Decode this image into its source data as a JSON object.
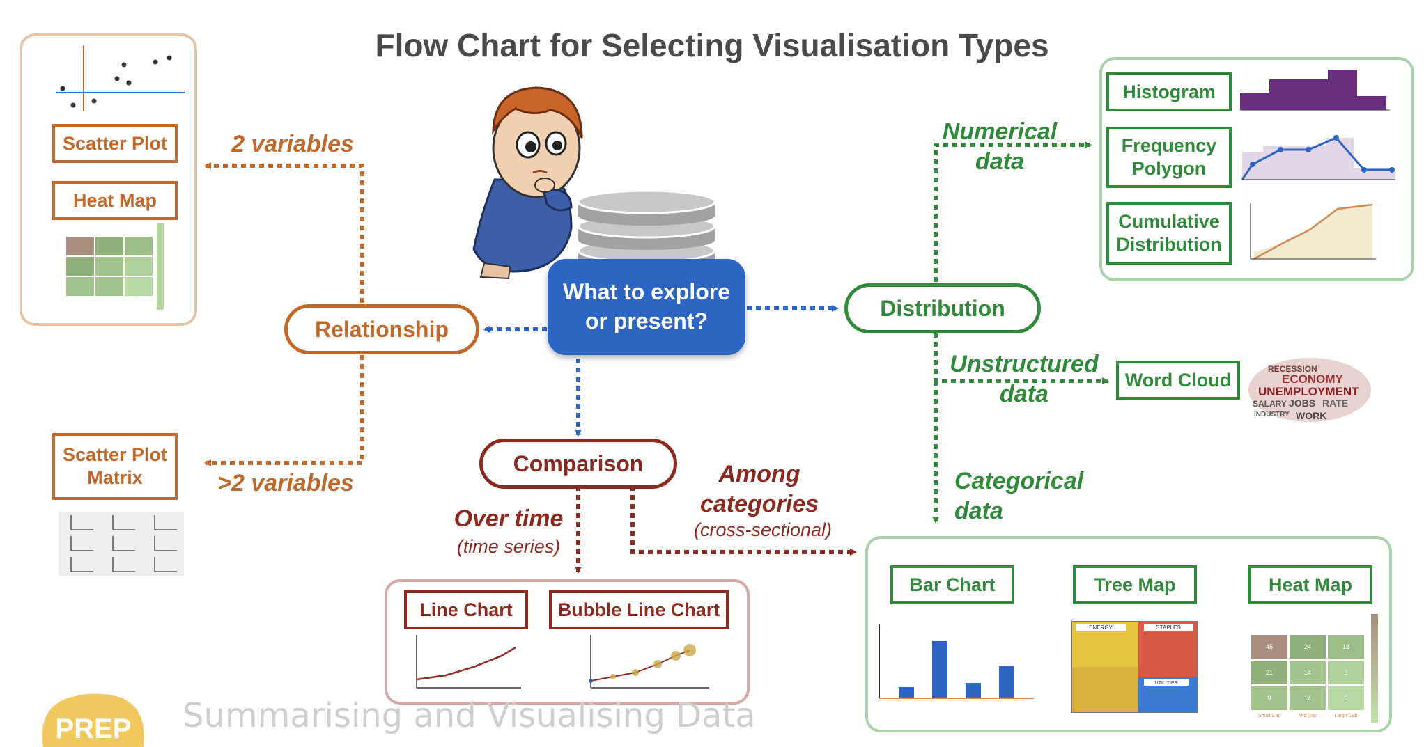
{
  "title": "Flow Chart for Selecting Visualisation Types",
  "center": {
    "line1": "What to explore",
    "line2": "or present?"
  },
  "relationship": {
    "label": "Relationship",
    "two_vars": "2 variables",
    "more_vars": ">2 variables",
    "scatter_plot": "Scatter Plot",
    "heat_map": "Heat Map",
    "scatter_plot_matrix_1": "Scatter Plot",
    "scatter_plot_matrix_2": "Matrix"
  },
  "distribution": {
    "label": "Distribution",
    "numerical_1": "Numerical",
    "numerical_2": "data",
    "unstructured_1": "Unstructured",
    "unstructured_2": "data",
    "categorical_1": "Categorical",
    "categorical_2": "data",
    "histogram": "Histogram",
    "freq_1": "Frequency",
    "freq_2": "Polygon",
    "cum_1": "Cumulative",
    "cum_2": "Distribution",
    "word_cloud": "Word Cloud"
  },
  "comparison": {
    "label": "Comparison",
    "over_time": "Over time",
    "over_time_sub": "(time series)",
    "among_1": "Among",
    "among_2": "categories",
    "among_sub": "(cross-sectional)",
    "line_chart": "Line Chart",
    "bubble_line_chart": "Bubble Line Chart",
    "bar_chart": "Bar Chart",
    "tree_map": "Tree Map",
    "heat_map": "Heat Map"
  },
  "heatmap_values": [
    "45",
    "24",
    "18",
    "21",
    "14",
    "9",
    "9",
    "14",
    "6"
  ],
  "heatmap_cols": [
    "Small Cap",
    "Mid Cap",
    "Large Cap"
  ],
  "treemap_labels": {
    "energy": "ENERGY",
    "staples": "STAPLES",
    "utilities": "UTILITIES"
  },
  "word_cloud_words": [
    "RECESSION",
    "ECONOMY",
    "UNEMPLOYMENT",
    "SALARY",
    "JOBS",
    "RATE",
    "INDUSTRY",
    "WORK"
  ],
  "footer": {
    "logo": "PREP",
    "text": "Summarising and Visualising Data"
  },
  "colors": {
    "orange": "#c0692a",
    "green": "#2f8a39",
    "red": "#8b2a1f",
    "blue": "#2d66c2"
  }
}
